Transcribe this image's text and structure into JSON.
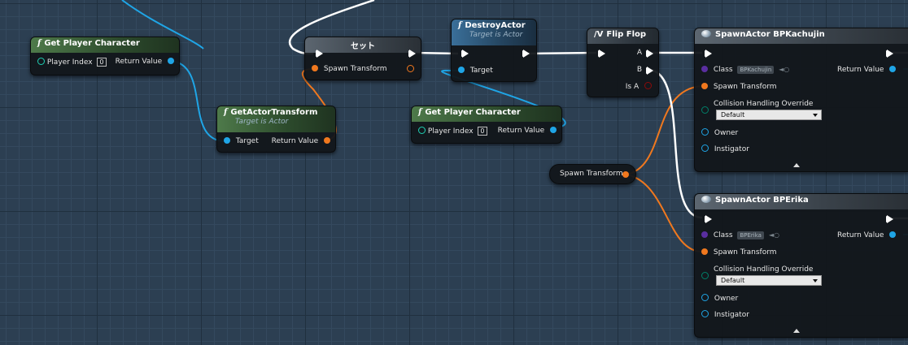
{
  "colors": {
    "exec": "#ffffff",
    "object_ref": "#1fa5e6",
    "transform": "#f0781e",
    "class": "#5a2ea0",
    "bool": "#8c0a0a"
  },
  "nodes": {
    "get_player_character_1": {
      "title": "Get Player Character",
      "icon": "function-icon",
      "pins": {
        "player_index_label": "Player Index",
        "player_index_value": "0",
        "return_label": "Return Value"
      }
    },
    "set_node": {
      "title": "セット",
      "pins": {
        "spawn_transform_label": "Spawn Transform"
      }
    },
    "destroy_actor": {
      "title": "DestroyActor",
      "subtitle": "Target is Actor",
      "icon": "function-icon",
      "pins": {
        "target_label": "Target"
      }
    },
    "flip_flop": {
      "title": "Flip Flop",
      "icon": "flipflop-icon",
      "pins": {
        "a_label": "A",
        "b_label": "B",
        "is_a_label": "Is A"
      }
    },
    "get_actor_transform": {
      "title": "GetActorTransform",
      "subtitle": "Target is Actor",
      "icon": "function-icon",
      "pins": {
        "target_label": "Target",
        "return_label": "Return Value"
      }
    },
    "get_player_character_2": {
      "title": "Get Player Character",
      "icon": "function-icon",
      "pins": {
        "player_index_label": "Player Index",
        "player_index_value": "0",
        "return_label": "Return Value"
      }
    },
    "spawn_transform_var": {
      "label": "Spawn Transform"
    },
    "spawn_actor_kachujin": {
      "title": "SpawnActor BPKachujin",
      "icon": "spawn-icon",
      "pins": {
        "class_label": "Class",
        "class_value": "BPKachujin",
        "return_label": "Return Value",
        "spawn_transform_label": "Spawn Transform",
        "collision_label": "Collision Handling Override",
        "collision_value": "Default",
        "owner_label": "Owner",
        "instigator_label": "Instigator"
      }
    },
    "spawn_actor_erika": {
      "title": "SpawnActor BPErika",
      "icon": "spawn-icon",
      "pins": {
        "class_label": "Class",
        "class_value": "BPErika",
        "return_label": "Return Value",
        "spawn_transform_label": "Spawn Transform",
        "collision_label": "Collision Handling Override",
        "collision_value": "Default",
        "owner_label": "Owner",
        "instigator_label": "Instigator"
      }
    }
  }
}
